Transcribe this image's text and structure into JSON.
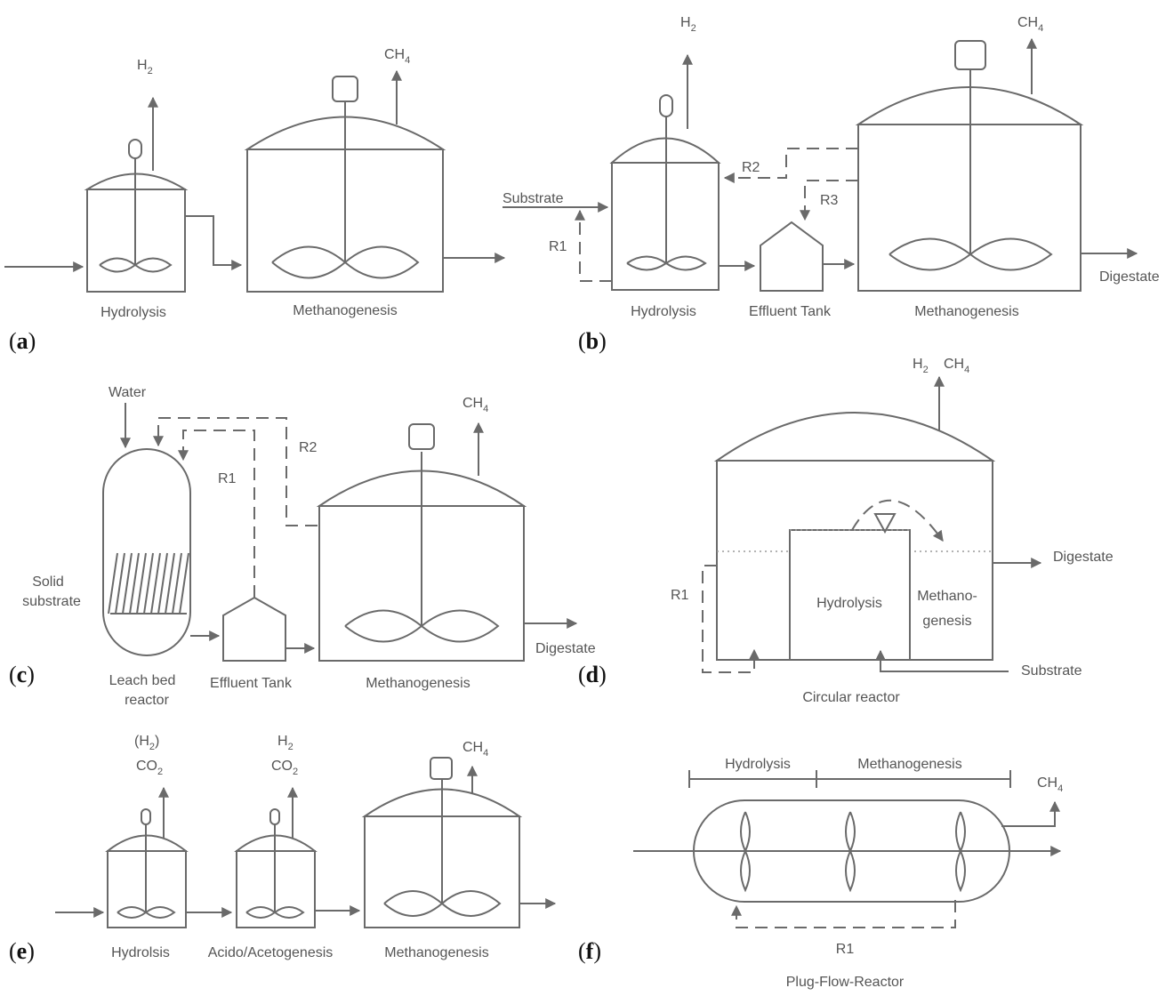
{
  "panels": {
    "a": {
      "tag": "(a)",
      "tag_letter": "a",
      "hydrolysis": "Hydrolysis",
      "methanogenesis": "Methanogenesis",
      "gas1": "H",
      "gas1_sub": "2",
      "gas2": "CH",
      "gas2_sub": "4"
    },
    "b": {
      "tag": "(b)",
      "tag_letter": "b",
      "substrate": "Substrate",
      "r1": "R1",
      "r2": "R2",
      "r3": "R3",
      "hydrolysis": "Hydrolysis",
      "effluent_tank": "Effluent Tank",
      "methanogenesis": "Methanogenesis",
      "digestate": "Digestate",
      "gas1": "H",
      "gas1_sub": "2",
      "gas2": "CH",
      "gas2_sub": "4"
    },
    "c": {
      "tag": "(c)",
      "tag_letter": "c",
      "water": "Water",
      "r1": "R1",
      "r2": "R2",
      "solid_line1": "Solid",
      "solid_line2": "substrate",
      "leach_line1": "Leach bed",
      "leach_line2": "reactor",
      "effluent_tank": "Effluent Tank",
      "methanogenesis": "Methanogenesis",
      "digestate": "Digestate",
      "gas2": "CH",
      "gas2_sub": "4"
    },
    "d": {
      "tag": "(d)",
      "tag_letter": "d",
      "gas1": "H",
      "gas1_sub": "2",
      "gas2": "CH",
      "gas2_sub": "4",
      "digestate": "Digestate",
      "r1": "R1",
      "hydrolysis": "Hydrolysis",
      "methano_line1": "Methano-",
      "methano_line2": "genesis",
      "substrate": "Substrate",
      "circular": "Circular reactor"
    },
    "e": {
      "tag": "(e)",
      "tag_letter": "e",
      "gas_h2_paren": "(H",
      "gas_h2_paren_sub": "2",
      "gas_h2_paren_close": ")",
      "gas_co2_a": "CO",
      "gas_co2_a_sub": "2",
      "gas_h2": "H",
      "gas_h2_sub": "2",
      "gas_co2_b": "CO",
      "gas_co2_b_sub": "2",
      "gas_ch4": "CH",
      "gas_ch4_sub": "4",
      "hydrolsis": "Hydrolsis",
      "acido": "Acido/Acetogenesis",
      "methanogenesis": "Methanogenesis"
    },
    "f": {
      "tag": "(f)",
      "tag_letter": "f",
      "hydrolysis": "Hydrolysis",
      "methanogenesis": "Methanogenesis",
      "gas": "CH",
      "gas_sub": "4",
      "r1": "R1",
      "plug": "Plug-Flow-Reactor"
    }
  }
}
